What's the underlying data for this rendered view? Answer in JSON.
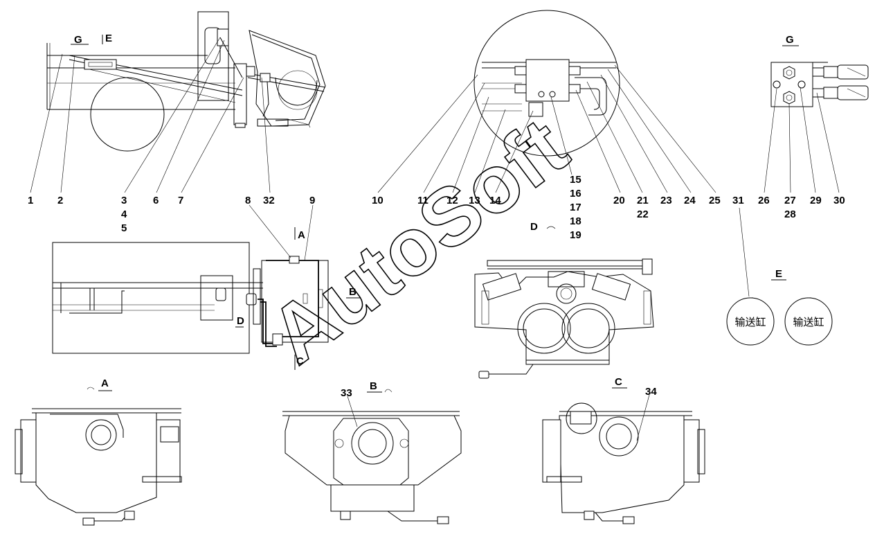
{
  "watermark": "AutoSoft",
  "view_labels": {
    "g_top": "G",
    "e_top": "E",
    "a_mid": "A",
    "b_mid": "B",
    "c_mid": "C",
    "d_mid": "D",
    "d_detail": "D",
    "g_detail": "G",
    "e_detail": "E",
    "a_bottom": "A",
    "b_bottom": "B",
    "c_bottom": "C"
  },
  "cylinder_labels": [
    "输送缸",
    "输送缸"
  ],
  "callouts": {
    "n1": "1",
    "n2": "2",
    "n3": "3",
    "n4": "4",
    "n5": "5",
    "n6": "6",
    "n7": "7",
    "n8": "8",
    "n9": "9",
    "n10": "10",
    "n11": "11",
    "n12": "12",
    "n13": "13",
    "n14": "14",
    "n15": "15",
    "n16": "16",
    "n17": "17",
    "n18": "18",
    "n19": "19",
    "n20": "20",
    "n21": "21",
    "n22": "22",
    "n23": "23",
    "n24": "24",
    "n25": "25",
    "n26": "26",
    "n27": "27",
    "n28": "28",
    "n29": "29",
    "n30": "30",
    "n31": "31",
    "n32": "32",
    "n33": "33",
    "n34": "34"
  }
}
